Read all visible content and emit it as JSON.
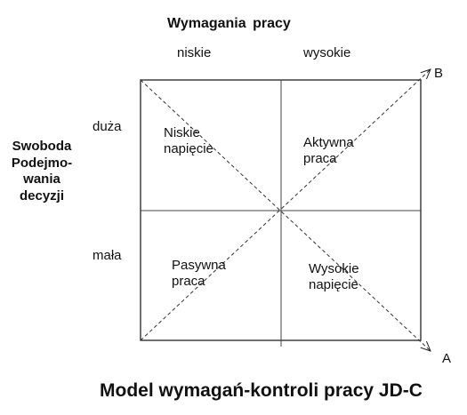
{
  "top_axis": {
    "title": "Wymagania pracy",
    "low": "niskie",
    "high": "wysokie"
  },
  "left_axis": {
    "title_lines": [
      "Swoboda",
      "Podejmo-",
      "wania",
      "decyzji"
    ],
    "high": "duża",
    "low": "mała"
  },
  "quadrants": {
    "top_left": [
      "Niskie",
      "napięcie"
    ],
    "top_right": [
      "Aktywna",
      "praca"
    ],
    "bottom_left": [
      "Pasywna",
      "praca"
    ],
    "bottom_right": [
      "Wysokie",
      "napięcie"
    ]
  },
  "arrow_labels": {
    "b": "B",
    "a": "A"
  },
  "caption": "Model wymagań-kontroli pracy JD-C"
}
